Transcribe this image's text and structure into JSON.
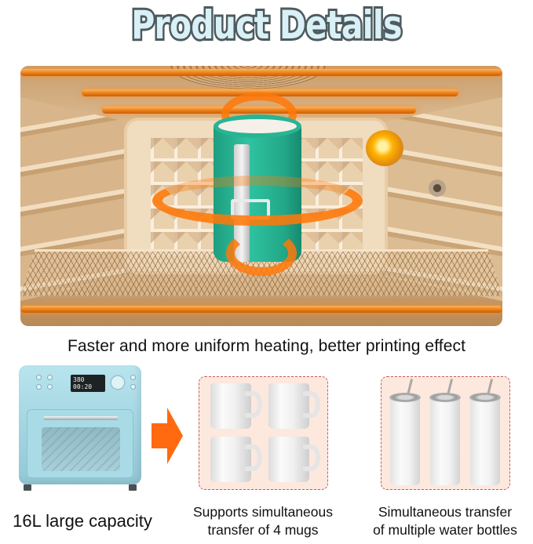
{
  "header": {
    "title": "Product Details"
  },
  "hero": {
    "image_description": "Inside of air fryer oven with green mug heat-press sleeve and orange heat flow arrows",
    "caption": "Faster and more uniform heating, better printing effect"
  },
  "features": [
    {
      "label": "16L large capacity",
      "image": "air-fryer-oven",
      "oven_display": {
        "temperature": "380",
        "time": "00:20"
      }
    },
    {
      "label_line1": "Supports simultaneous",
      "label_line2": "transfer of 4 mugs",
      "image": "four-white-mugs",
      "count": 4
    },
    {
      "label_line1": "Simultaneous transfer",
      "label_line2": "of multiple water bottles",
      "image": "three-skinny-tumblers",
      "count": 3
    }
  ],
  "colors": {
    "title_fill": "#d9f0f6",
    "title_stroke": "#4d5a5e",
    "arrow": "#ff6a10",
    "sleeve_green": "#2fc3a0",
    "heat_orange": "#ff780a",
    "box_border": "#c45a5a",
    "box_fill": "#fde8de",
    "oven_blue": "#a4d6e2"
  },
  "icons": {
    "arrow": "right-arrow-icon"
  }
}
